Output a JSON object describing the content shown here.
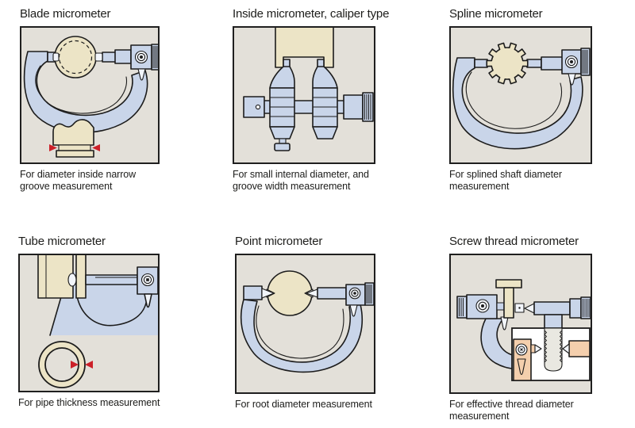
{
  "colors": {
    "frame_blue": "#c9d5e9",
    "frame_blue_hi": "#e3eaf5",
    "workpiece_cream": "#ece4c6",
    "panel_bg": "#e3e0d9",
    "outline": "#1c1c1c",
    "arrow_red": "#cc2028",
    "salmon": "#f4cfad",
    "inset_bg": "#ffffff",
    "rod_gray": "#e9e8e1",
    "text": "#1d1d1b"
  },
  "cards": [
    {
      "title": "Blade micrometer",
      "caption": "For diameter inside narrow groove measurement"
    },
    {
      "title": "Inside micrometer, caliper type",
      "caption": "For small internal diameter, and groove width measurement"
    },
    {
      "title": "Spline micrometer",
      "caption": "For splined shaft diameter measurement"
    },
    {
      "title": "Tube micrometer",
      "caption": "For pipe thickness measurement"
    },
    {
      "title": "Point micrometer",
      "caption": "For root diameter measurement"
    },
    {
      "title": "Screw thread micrometer",
      "caption": "For effective thread diameter measurement"
    }
  ]
}
